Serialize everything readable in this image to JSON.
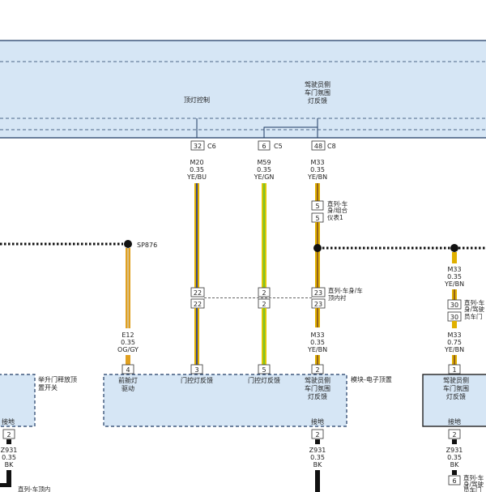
{
  "colors": {
    "module_fill": "#d6e6f5",
    "module_border": "#1f3b63",
    "wire_yellow": "#e0b000",
    "wire_blue": "#2a3d8f",
    "wire_green": "#7cc22a",
    "wire_orange": "#e0a020",
    "wire_black": "#111111"
  },
  "top_module": {
    "labels": {
      "dome_control": "顶灯控制",
      "driver_door_amb_1": "驾驶员侧",
      "driver_door_amb_2": "车门氛围",
      "driver_door_amb_3": "灯反馈"
    }
  },
  "wires": {
    "c6": {
      "pin": "32",
      "conn": "C6",
      "code": "M20",
      "gauge": "0.35",
      "color": "YE/BU"
    },
    "c5": {
      "pin": "6",
      "conn": "C5",
      "code": "M59",
      "gauge": "0.35",
      "color": "YE/GN"
    },
    "c8": {
      "pin": "48",
      "conn": "C8",
      "code": "M33",
      "gauge": "0.35",
      "color": "YE/BN"
    },
    "inline_combo": {
      "pin_a": "5",
      "pin_b": "5",
      "label_1": "直列-车",
      "label_2": "身/组合",
      "label_3": "仪表1"
    },
    "splice_left": {
      "label": "SP876"
    },
    "inline_roof": {
      "pin_a1": "22",
      "pin_b1": "22",
      "pin_a2": "2",
      "pin_b2": "2",
      "pin_a3": "23",
      "pin_b3": "23",
      "label_1": "直列-车身/车",
      "label_2": "顶内衬"
    },
    "right_branch": {
      "code": "M33",
      "gauge": "0.35",
      "color": "YE/BN",
      "pin_a": "30",
      "pin_b": "30",
      "label_1": "直列-车",
      "label_2": "身/驾驶",
      "label_3": "员车门",
      "code2": "M33",
      "gauge2": "0.75",
      "color2": "YE/BN"
    },
    "e12": {
      "code": "E12",
      "gauge": "0.35",
      "color": "OG/GY"
    },
    "lower_c8": {
      "code": "M33",
      "gauge": "0.35",
      "color": "YE/BN"
    }
  },
  "bottom_module": {
    "title": "模块-电子顶置",
    "pins": [
      {
        "num": "4",
        "label_1": "前舱灯",
        "label_2": "驱动"
      },
      {
        "num": "3",
        "label_1": "门控灯反馈",
        "label_2": ""
      },
      {
        "num": "5",
        "label_1": "门控灯反馈",
        "label_2": ""
      },
      {
        "num": "2",
        "label_1": "驾驶员侧",
        "label_2": "车门氛围",
        "label_3": "灯反馈"
      }
    ],
    "ground_label": "接地",
    "ground_pin": "2",
    "ground_code": "Z931",
    "ground_gauge": "0.35",
    "ground_color": "BK"
  },
  "left_module": {
    "label_1": "举升门释放顶",
    "label_2": "置开关",
    "ground_label": "接地",
    "ground_pin": "2",
    "ground_code": "Z931",
    "ground_gauge": "0.35",
    "ground_color": "BK",
    "cut_label": "直列-车顶内"
  },
  "right_module": {
    "label_1": "驾驶员侧",
    "label_2": "车门氛围",
    "label_3": "灯反馈",
    "pin": "1",
    "ground_label": "接地",
    "ground_pin": "2",
    "ground_code": "Z931",
    "ground_gauge": "0.35",
    "ground_color": "BK",
    "lower_pin": "6",
    "lower_label_1": "直列-车",
    "lower_label_2": "身/驾驶",
    "lower_label_3": "员车门"
  }
}
